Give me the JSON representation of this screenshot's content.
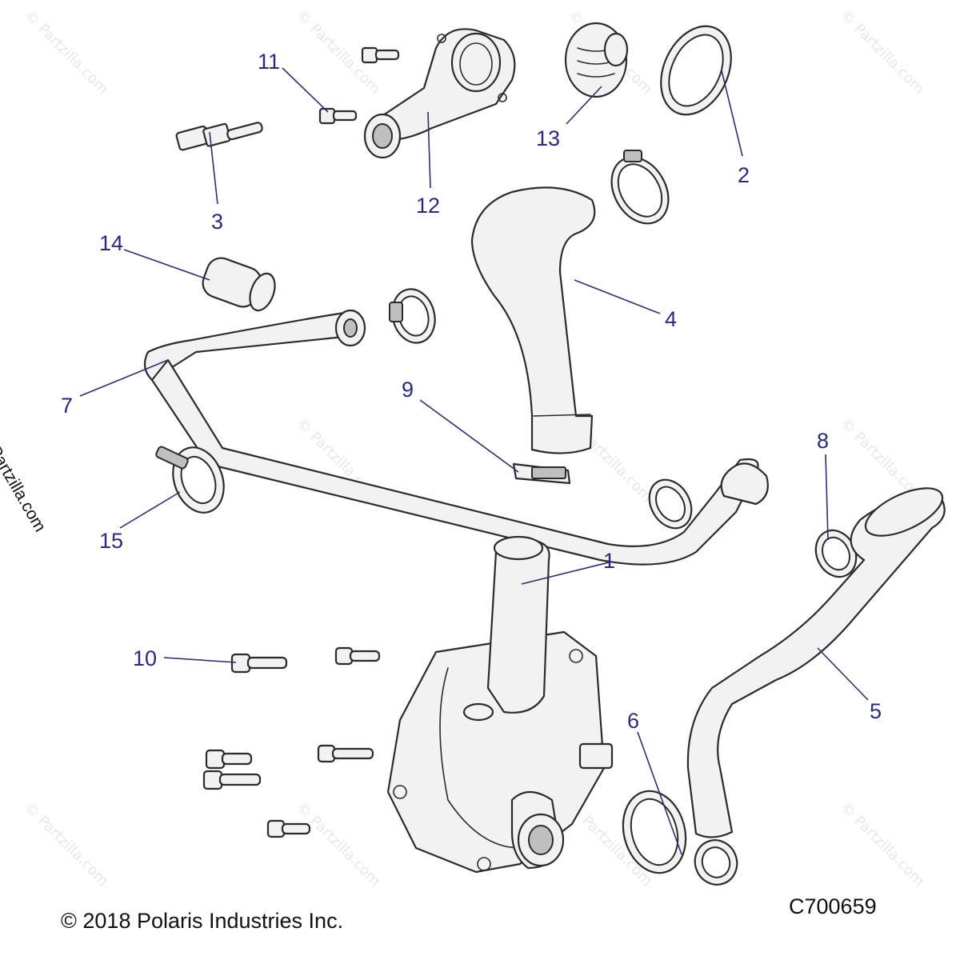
{
  "diagram": {
    "copyright": "© 2018 Polaris Industries Inc.",
    "drawing_number": "C700659",
    "watermark": "© Partzilla.com",
    "callouts": [
      {
        "id": "1",
        "text": "1"
      },
      {
        "id": "2",
        "text": "2"
      },
      {
        "id": "3",
        "text": "3"
      },
      {
        "id": "4",
        "text": "4"
      },
      {
        "id": "5",
        "text": "5"
      },
      {
        "id": "6",
        "text": "6"
      },
      {
        "id": "7",
        "text": "7"
      },
      {
        "id": "8",
        "text": "8"
      },
      {
        "id": "9",
        "text": "9"
      },
      {
        "id": "10",
        "text": "10"
      },
      {
        "id": "11",
        "text": "11"
      },
      {
        "id": "12",
        "text": "12"
      },
      {
        "id": "13",
        "text": "13"
      },
      {
        "id": "14",
        "text": "14"
      },
      {
        "id": "15",
        "text": "15"
      }
    ]
  }
}
